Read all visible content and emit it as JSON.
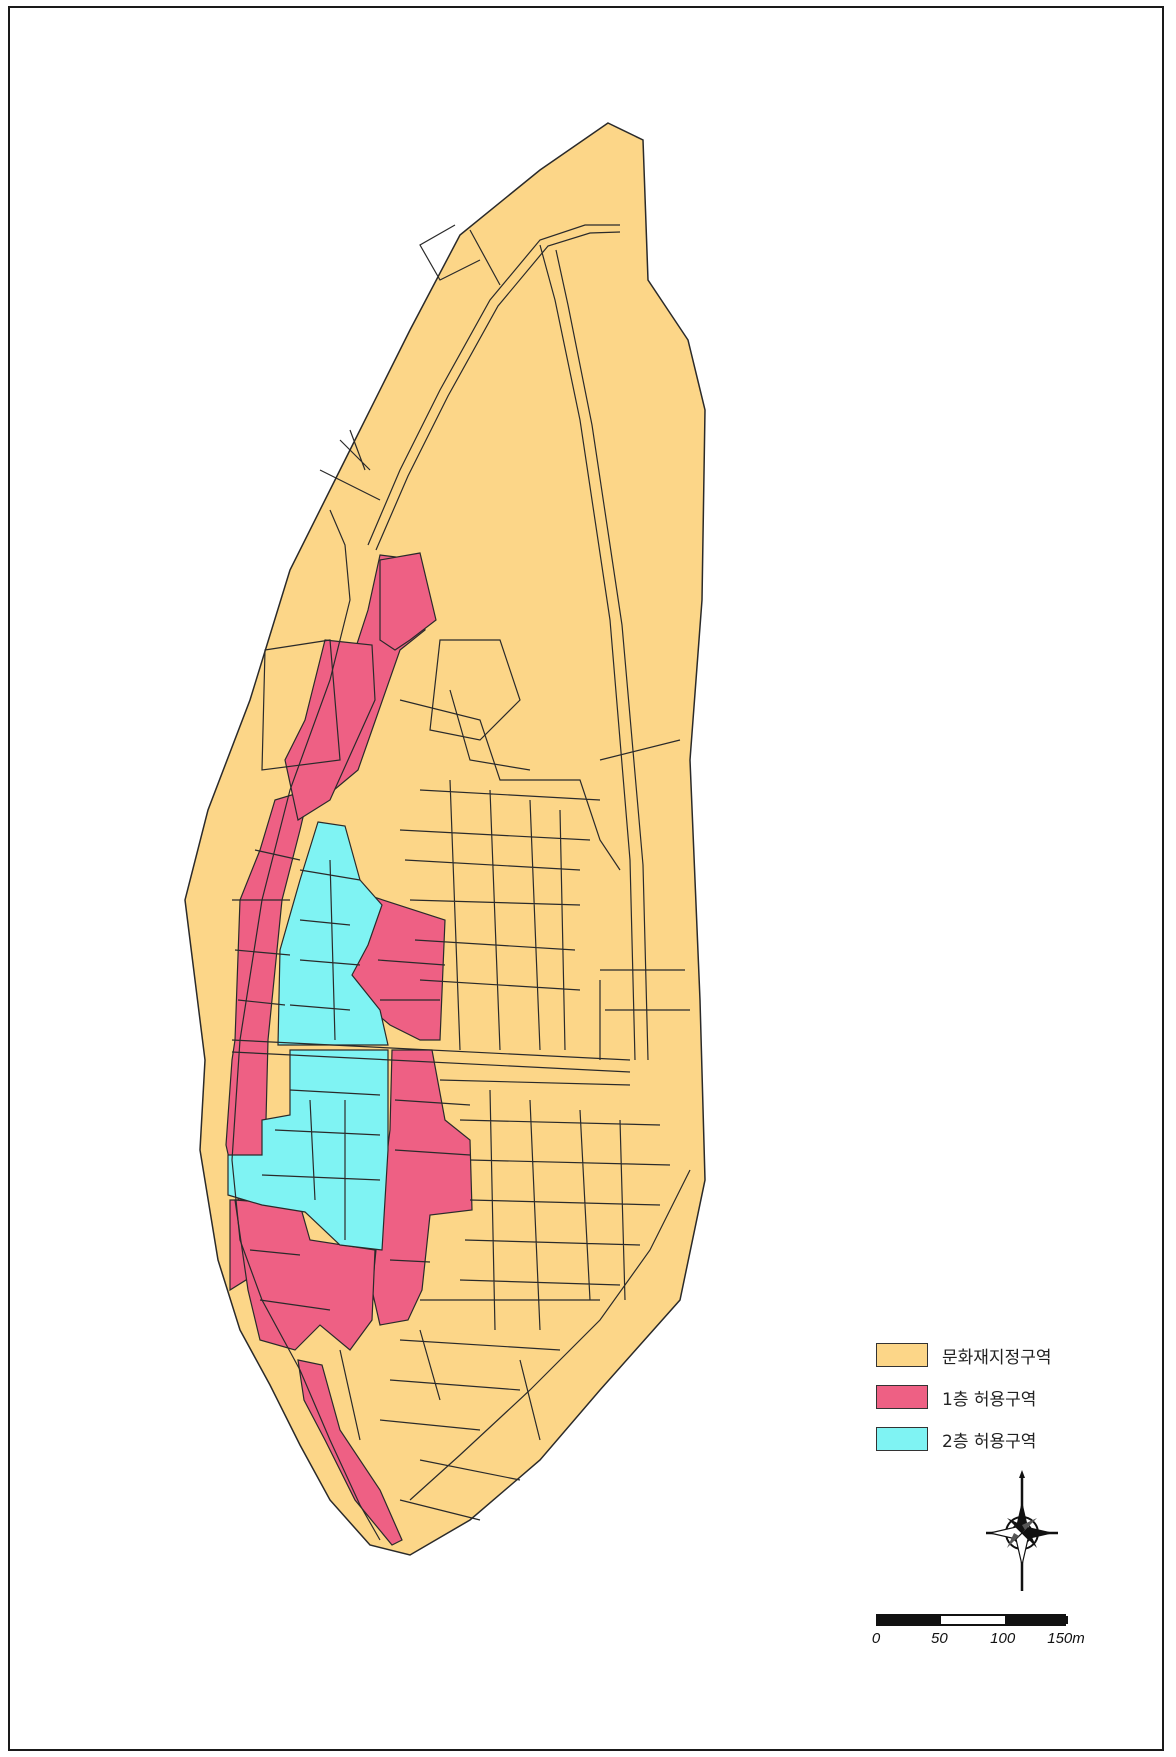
{
  "colors": {
    "preservation": "#fcd688",
    "first_floor": "#ee6084",
    "second_floor": "#7ff3f3",
    "outline": "#2a2a2a",
    "frame": "#1a1a1a"
  },
  "legend": {
    "items": [
      {
        "label": "문화재지정구역",
        "color": "#fcd688"
      },
      {
        "label": "1층 허용구역",
        "color": "#ee6084"
      },
      {
        "label": "2층 허용구역",
        "color": "#7ff3f3"
      }
    ]
  },
  "north_arrow": {
    "icon": "compass-rose-icon"
  },
  "scale_bar": {
    "ticks": [
      {
        "label": "0",
        "value": 0
      },
      {
        "label": "50",
        "value": 50
      },
      {
        "label": "100",
        "value": 100
      },
      {
        "label": "150m",
        "value": 150
      }
    ],
    "max": 150
  }
}
